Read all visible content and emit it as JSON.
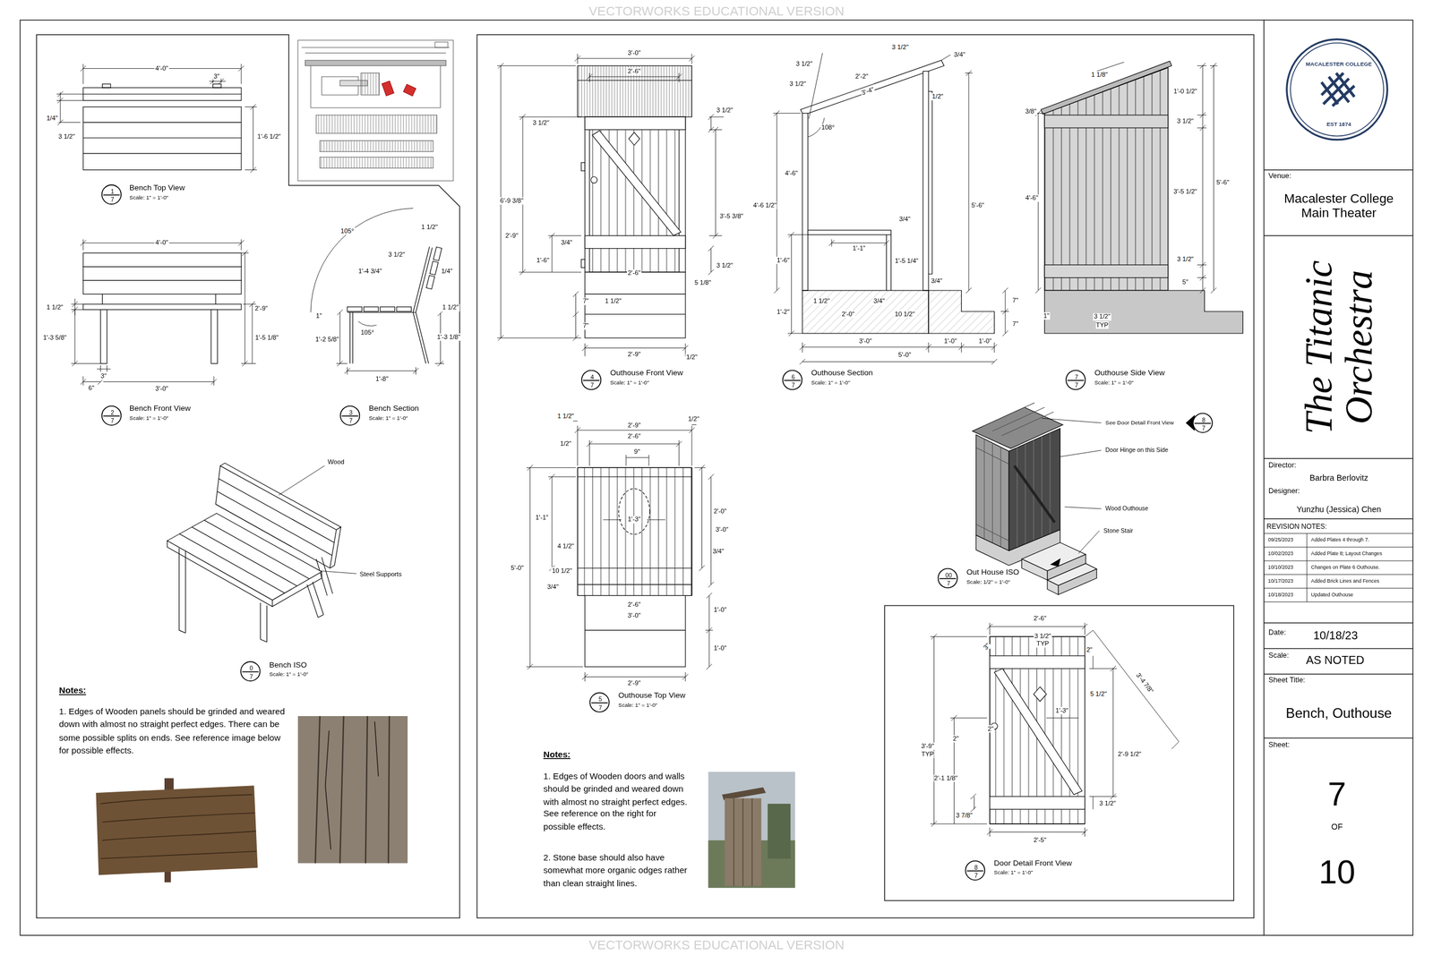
{
  "diagram": {
    "nodes": [
      {
        "text": [
          "1",
          "7"
        ]
      },
      {
        "text": [
          "2",
          "7"
        ]
      },
      {
        "text": [
          "3",
          "7"
        ]
      },
      {
        "text": [
          "0",
          "7"
        ]
      },
      {
        "text": [
          "4",
          "7"
        ]
      },
      {
        "text": [
          "6",
          "7"
        ]
      },
      {
        "text": [
          "7",
          "7"
        ]
      },
      {
        "text": [
          "8",
          "7"
        ]
      },
      {
        "text": [
          "5",
          "7"
        ]
      },
      {
        "text": [
          "00",
          "7"
        ]
      },
      {
        "text": [
          "8",
          "7"
        ]
      },
      {
        "text": [
          "MACALESTER COLLEGE",
          "EST 1874"
        ]
      },
      {
        "text": [
          "Venue:",
          "Macalester College Main Theater"
        ]
      },
      {
        "text": [
          "The Titanic Orchestra"
        ]
      },
      {
        "text": [
          "Director:",
          "Barbra Berlovitz"
        ]
      },
      {
        "text": [
          "Designer:",
          "Yunzhu (Jessica) Chen"
        ]
      },
      {
        "text": [
          "REVISION NOTES:"
        ]
      },
      {
        "text": [
          "Date:",
          "10/18/23"
        ]
      },
      {
        "text": [
          "Scale:",
          "AS NOTED"
        ]
      },
      {
        "text": [
          "Sheet Title:",
          "Bench, Outhouse"
        ]
      },
      {
        "text": [
          "Sheet:",
          "7",
          "OF",
          "10"
        ]
      }
    ],
    "labels": [
      "VECTORWORKS EDUCATIONAL VERSION",
      "4'-0\"",
      "3\"",
      "1/4\"",
      "3 1/2\"",
      "1'-6 1/2\"",
      "Bench Top View",
      "Scale: 1\" = 1'-0\"",
      "4'-0\"",
      "2'-9\"",
      "1 1/2\"",
      "1'-3 5/8\"",
      "1'-5 1/8\"",
      "3\"",
      "6\"",
      "3'-0\"",
      "Bench Front View",
      "Scale: 1\" = 1'-0\"",
      "105°",
      "1 1/2\"",
      "3 1/2\"",
      "1'-4 3/4\"",
      "1/4\"",
      "1 1/2\"",
      "1\"",
      "105°",
      "1'-2 5/8\"",
      "1'-3 1/8\"",
      "1'-8\"",
      "Bench Section",
      "Scale: 1\" = 1'-0\"",
      "Wood",
      "Steel Supports",
      "Bench ISO",
      "Scale: 1\" = 1'-0\"",
      "Notes:",
      "1. Edges of Wooden panels should be grinded and weared down with almost no straight perfect edges. There can be some possible splits on ends. See reference image below for possible effects.",
      "3'-0\"",
      "2'-6\"",
      "3 1/2\"",
      "3 1/2\"",
      "6'-9 3/8\"",
      "3'-5 3/8\"",
      "2'-9\"",
      "3/4\"",
      "1'-6\"",
      "3 1/2\"",
      "2'-6\"",
      "5 1/8\"",
      "7\"",
      "1 1/2\"",
      "7\"",
      "2'-9\"",
      "1/2\"",
      "Outhouse Front View",
      "Scale: 1\" = 1'-0\"",
      "3 1/2\"",
      "3/4\"",
      "3 1/2\"",
      "2'-2\"",
      "3 1/2\"",
      "3'-4\"",
      "1/2\"",
      "108°",
      "4'-6\"",
      "4'-6 1/2\"",
      "5'-6\"",
      "3/4\"",
      "1'-1\"",
      "1'-6\"",
      "1'-5 1/4\"",
      "3/4\"",
      "1 1/2\"",
      "3/4\"",
      "7\"",
      "1'-2\"",
      "2'-0\"",
      "10 1/2\"",
      "7\"",
      "3'-0\"",
      "1'-0\"",
      "1'-0\"",
      "5'-0\"",
      "Outhouse Section",
      "Scale: 1\" = 1'-0\"",
      "1 1/8\"",
      "1'-0 1/2\"",
      "3/8\"",
      "3 1/2\"",
      "3'-5 1/2\"",
      "5'-6\"",
      "4'-6\"",
      "3 1/2\"",
      "5\"",
      "1\"",
      "3 1/2\"",
      "TYP",
      "Outhouse Side View",
      "Scale: 1\" = 1'-0\"",
      "1 1/2\"",
      "1/2\"",
      "2'-9\"",
      "1/2\"",
      "2'-6\"",
      "9\"",
      "1'-1\"",
      "1'-3\"",
      "2'-0\"",
      "3'-0\"",
      "4 1/2\"",
      "3/4\"",
      "5'-0\"",
      "10 1/2\"",
      "3/4\"",
      "2'-6\"",
      "1'-0\"",
      "3'-0\"",
      "1'-0\"",
      "2'-9\"",
      "Outhouse Top View",
      "Scale: 1\" = 1'-0\"",
      "See Door Detail Front View",
      "Door Hinge on this Side",
      "Wood Outhouse",
      "Stone Stair",
      "Out House ISO",
      "Scale: 1/2\" = 1'-0\"",
      "2'-6\"",
      "3 1/2\"",
      "TYP",
      "3\"",
      "2\"",
      "3'-4 7/8\"",
      "5 1/2\"",
      "1'-3\"",
      "2\"",
      "2\"",
      "3'-9\"",
      "TYP",
      "2'-9 1/2\"",
      "2'-1 1/8\"",
      "3 7/8\"",
      "3 1/2\"",
      "2'-5\"",
      "Door Detail Front View",
      "Scale: 1\" = 1'-0\"",
      "Notes:",
      "1. Edges of Wooden doors and walls should be grinded and weared down with almost no straight perfect edges. See reference on the right for possible effects.",
      "2. Stone base should also have somewhat more organic odges rather than clean straight lines.",
      "09/25/2023",
      "Added Plates 4 through 7.",
      "10/02/2023",
      "Added Plate 8; Layout Changes",
      "10/10/2023",
      "Changes on Plate 6 Outhouse.",
      "10/17/2023",
      "Added Brick Lines and Fences",
      "10/18/2023",
      "Updated Outhouse",
      "VECTORWORKS EDUCATIONAL VERSION"
    ]
  }
}
